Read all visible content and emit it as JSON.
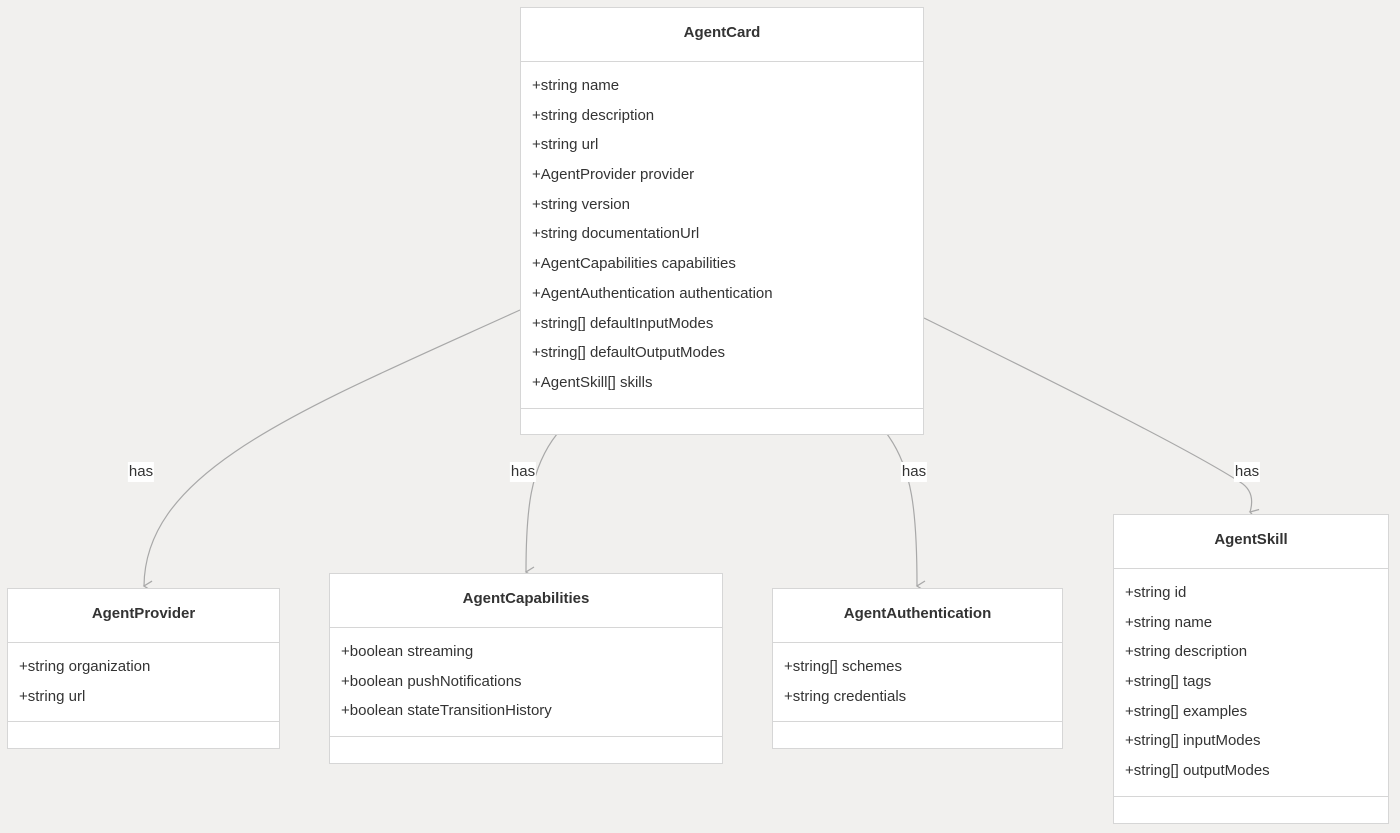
{
  "diagram": {
    "classes": {
      "agent_card": {
        "name": "AgentCard",
        "attributes": [
          "+string name",
          "+string description",
          "+string url",
          "+AgentProvider provider",
          "+string version",
          "+string documentationUrl",
          "+AgentCapabilities capabilities",
          "+AgentAuthentication authentication",
          "+string[] defaultInputModes",
          "+string[] defaultOutputModes",
          "+AgentSkill[] skills"
        ]
      },
      "agent_provider": {
        "name": "AgentProvider",
        "attributes": [
          "+string organization",
          "+string url"
        ]
      },
      "agent_capabilities": {
        "name": "AgentCapabilities",
        "attributes": [
          "+boolean streaming",
          "+boolean pushNotifications",
          "+boolean stateTransitionHistory"
        ]
      },
      "agent_authentication": {
        "name": "AgentAuthentication",
        "attributes": [
          "+string[] schemes",
          "+string credentials"
        ]
      },
      "agent_skill": {
        "name": "AgentSkill",
        "attributes": [
          "+string id",
          "+string name",
          "+string description",
          "+string[] tags",
          "+string[] examples",
          "+string[] inputModes",
          "+string[] outputModes"
        ]
      }
    },
    "relations": [
      {
        "from": "AgentCard",
        "to": "AgentProvider",
        "label": "has"
      },
      {
        "from": "AgentCard",
        "to": "AgentCapabilities",
        "label": "has"
      },
      {
        "from": "AgentCard",
        "to": "AgentAuthentication",
        "label": "has"
      },
      {
        "from": "AgentCard",
        "to": "AgentSkill",
        "label": "has"
      }
    ],
    "colors": {
      "background": "#f1f0ee",
      "node_fill": "#ffffff",
      "node_border": "#d6d6d6",
      "edge": "#a8a8a8",
      "text": "#333333"
    }
  }
}
